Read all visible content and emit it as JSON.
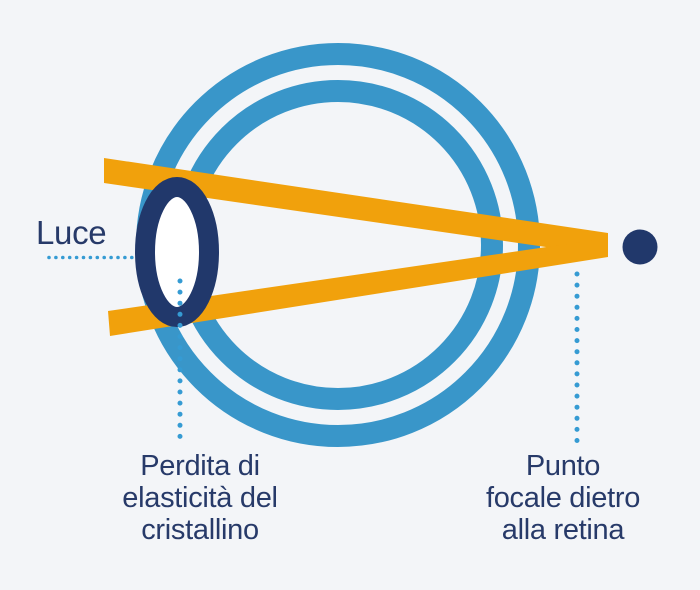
{
  "diagram": {
    "description_names": {
      "eye": "eye-cross-section",
      "lens": "crystalline-lens",
      "rays": "light-rays",
      "focal_dot": "focal-point"
    },
    "labels": {
      "light": "Luce",
      "lens_loss": "Perdita di\nelasticità del\ncristallino",
      "focal_point": "Punto\nfocale dietro\nalla retina"
    }
  },
  "colors": {
    "background": "#f3f5f8",
    "eye_blue": "#3996c9",
    "leader_dot_blue": "#359bd3",
    "ray_orange": "#f1a10c",
    "navy": "#21386b",
    "lens_fill": "#ffffff",
    "text_navy": "#273a69"
  }
}
